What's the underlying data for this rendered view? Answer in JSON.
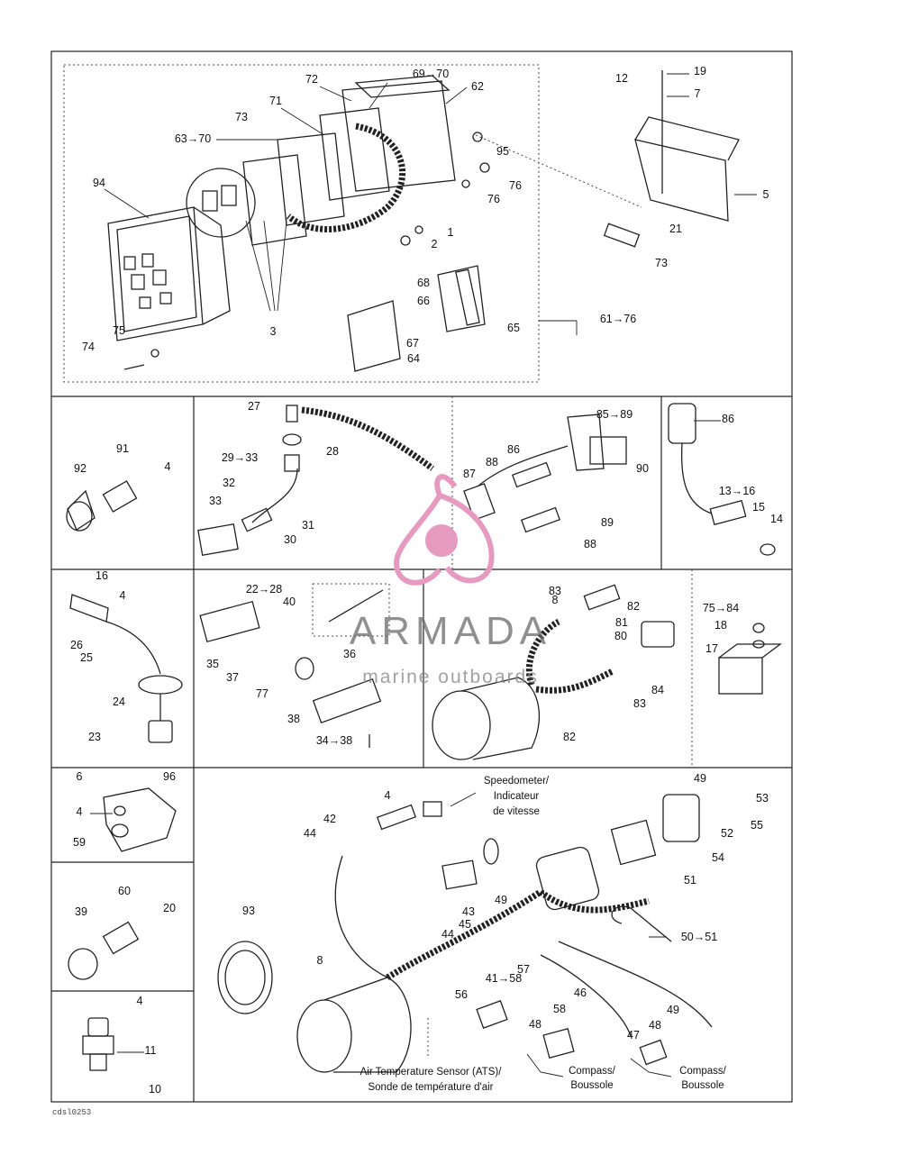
{
  "diagram": {
    "code": "cdsl0253",
    "labels": [
      "72",
      "69→70",
      "62",
      "71",
      "73",
      "63→70",
      "94",
      "95",
      "76",
      "76",
      "1",
      "2",
      "68",
      "66",
      "65",
      "61→76",
      "3",
      "67",
      "64",
      "75",
      "74",
      "12",
      "19",
      "7",
      "5",
      "21",
      "73",
      "91",
      "4",
      "92",
      "27",
      "28",
      "29→33",
      "32",
      "31",
      "30",
      "33",
      "85→89",
      "86",
      "88",
      "90",
      "89",
      "88",
      "87",
      "86",
      "13→16",
      "15",
      "14",
      "16",
      "4",
      "26",
      "25",
      "24",
      "23",
      "22→28",
      "40",
      "36",
      "35",
      "37",
      "77",
      "38",
      "34→38",
      "8",
      "83",
      "82",
      "81",
      "80",
      "84",
      "83",
      "82",
      "75→84",
      "18",
      "17",
      "6",
      "96",
      "4",
      "59",
      "60",
      "39",
      "20",
      "4",
      "42",
      "44",
      "49",
      "43",
      "45",
      "44",
      "49",
      "53",
      "55",
      "52",
      "54",
      "51",
      "50→51",
      "93",
      "8",
      "41→58",
      "57",
      "56",
      "58",
      "48",
      "46",
      "49",
      "48",
      "47",
      "4",
      "11",
      "10"
    ],
    "captions": {
      "speedometer": [
        "Speedometer/",
        "Indicateur",
        "de vitesse"
      ],
      "ats": [
        "Air Temperature Sensor (ATS)/",
        "Sonde de température d'air"
      ],
      "compass1": [
        "Compass/",
        "Boussole"
      ],
      "compass2": [
        "Compass/",
        "Boussole"
      ]
    }
  },
  "watermark": {
    "brand": "ARMADA",
    "tagline": "marine outboards",
    "logo_color": "#e79ac0"
  }
}
